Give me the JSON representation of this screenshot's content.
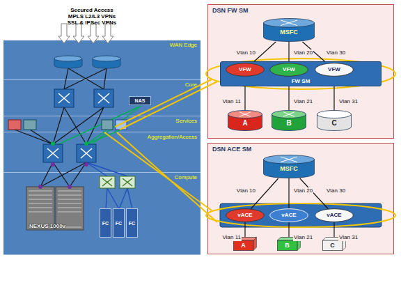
{
  "diagram": {
    "nodes": [
      {
        "text": [
          "WAN Edge"
        ]
      },
      {
        "text": [
          "Core"
        ]
      },
      {
        "text": [
          "NAS"
        ],
        "in": 1
      },
      {
        "text": [
          "Services"
        ]
      },
      {
        "text": [
          "Aggregation/Access"
        ]
      },
      {
        "text": [
          "Compute"
        ]
      },
      {
        "text": [
          "FC"
        ],
        "in": 5
      },
      {
        "text": [
          "FC"
        ],
        "in": 5
      },
      {
        "text": [
          "FC"
        ],
        "in": 5
      },
      {
        "text": [
          "DSN FW SM"
        ]
      },
      {
        "text": [
          "MSFC"
        ],
        "in": 9
      },
      {
        "text": [
          "FW SM"
        ],
        "in": 9
      },
      {
        "text": [
          "VFW"
        ],
        "in": 11
      },
      {
        "text": [
          "VFW"
        ],
        "in": 11
      },
      {
        "text": [
          "VFW"
        ],
        "in": 11
      },
      {
        "text": [
          "A"
        ],
        "in": 9
      },
      {
        "text": [
          "B"
        ],
        "in": 9
      },
      {
        "text": [
          "C"
        ],
        "in": 9
      },
      {
        "text": [
          "DSN ACE SM"
        ]
      },
      {
        "text": [
          "MSFC"
        ],
        "in": 18
      },
      {
        "text": [
          "vACE"
        ],
        "in": 18
      },
      {
        "text": [
          "vACE"
        ],
        "in": 18
      },
      {
        "text": [
          "vACE"
        ],
        "in": 18
      },
      {
        "text": [
          "A"
        ],
        "in": 18
      },
      {
        "text": [
          "B"
        ],
        "in": 18
      },
      {
        "text": [
          "C"
        ],
        "in": 18
      }
    ],
    "edges": [
      {
        "from": 10,
        "to": 12,
        "arrow": "none",
        "label": "Vlan 10"
      },
      {
        "from": 10,
        "to": 13,
        "arrow": "none",
        "label": "Vlan 20"
      },
      {
        "from": 10,
        "to": 14,
        "arrow": "none",
        "label": "Vlan 30"
      },
      {
        "from": 12,
        "to": 15,
        "arrow": "none",
        "label": "Vlan 11"
      },
      {
        "from": 13,
        "to": 16,
        "arrow": "none",
        "label": "Vlan 21"
      },
      {
        "from": 14,
        "to": 17,
        "arrow": "none",
        "label": "Vlan 31"
      },
      {
        "from": 19,
        "to": 20,
        "arrow": "none",
        "label": "Vlan 10"
      },
      {
        "from": 19,
        "to": 21,
        "arrow": "none",
        "label": "Vlan 20"
      },
      {
        "from": 19,
        "to": 22,
        "arrow": "none",
        "label": "Vlan 30"
      },
      {
        "from": 20,
        "to": 23,
        "arrow": "none",
        "label": "Vlan 11"
      },
      {
        "from": 21,
        "to": 24,
        "arrow": "none",
        "label": "Vlan 21"
      },
      {
        "from": 22,
        "to": 25,
        "arrow": "none",
        "label": "Vlan 31"
      }
    ],
    "labels": [
      "Secured Access",
      "MPLS L2/L3 VPNs",
      "SSL & IPSec VPNs",
      "NEXUS 1000v"
    ]
  }
}
